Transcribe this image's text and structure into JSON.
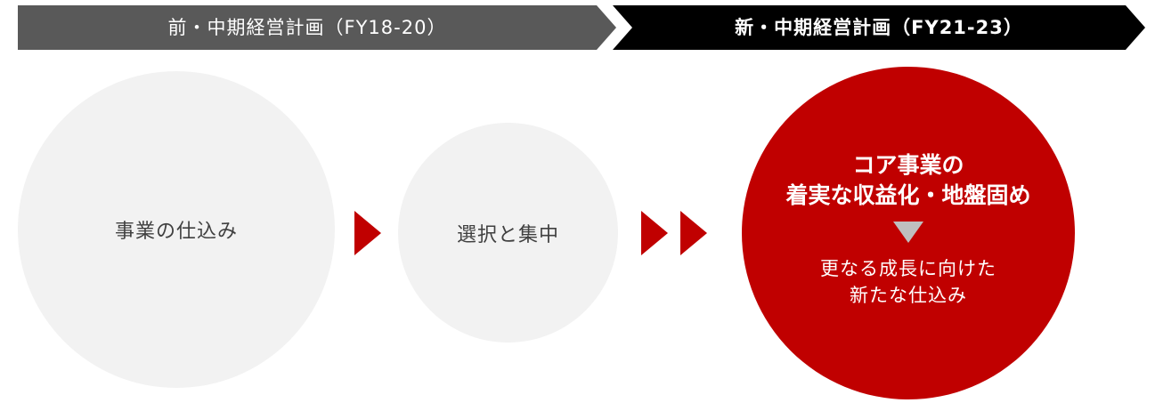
{
  "banners": {
    "prev_label": "前・中期経営計画（FY18-20）",
    "new_label": "新・中期経営計画（FY21-23）",
    "prev_color": "#595959",
    "new_color": "#000000"
  },
  "stages": {
    "prep_label": "事業の仕込み",
    "focus_label": "選択と集中",
    "core_title_line1": "コア事業の",
    "core_title_line2": "着実な収益化・地盤固め",
    "core_sub_line1": "更なる成長に向けた",
    "core_sub_line2": "新たな仕込み"
  },
  "colors": {
    "accent": "#c00000",
    "circle_gray": "#f2f2f2",
    "down_arrow": "#bfbfbf"
  }
}
